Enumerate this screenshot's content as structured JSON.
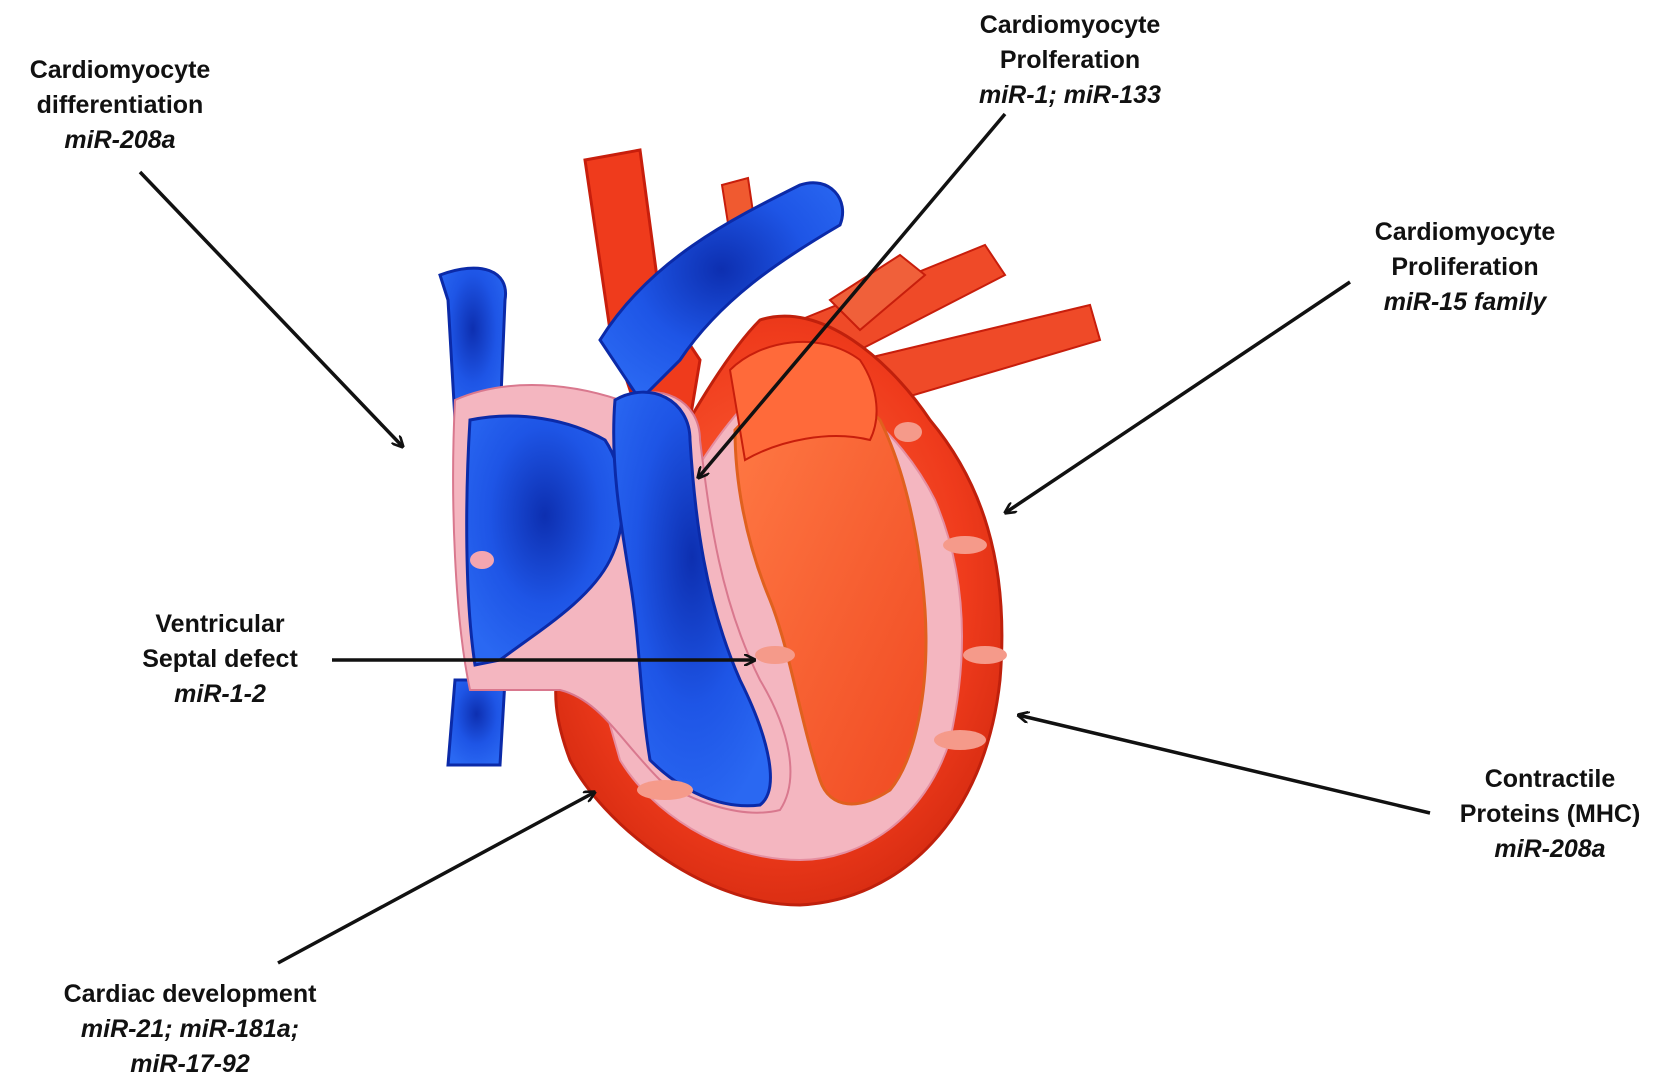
{
  "colors": {
    "artery_red": "#ef3b1c",
    "artery_dark": "#c81e0c",
    "vein_blue": "#1e4fe0",
    "vein_dark": "#0b2aa8",
    "wall_pink": "#f4b6c0",
    "arrow": "#111111"
  },
  "labels": {
    "diff": {
      "line1": "Cardiomyocyte",
      "line2": "differentiation",
      "mir": "miR-208a"
    },
    "prolif_top": {
      "line1": "Cardiomyocyte",
      "line2": "Prolferation",
      "mir": "miR-1; miR-133"
    },
    "prolif_right": {
      "line1": "Cardiomyocyte",
      "line2": "Proliferation",
      "mir": "miR-15 family"
    },
    "vsd": {
      "line1": "Ventricular",
      "line2": "Septal defect",
      "mir": "miR-1-2"
    },
    "contractile": {
      "line1": "Contractile",
      "line2": "Proteins (MHC)",
      "mir": "miR-208a"
    },
    "cardiac_dev": {
      "line1": "Cardiac development",
      "mir1": "miR-21; miR-181a;",
      "mir2": "miR-17-92"
    }
  }
}
